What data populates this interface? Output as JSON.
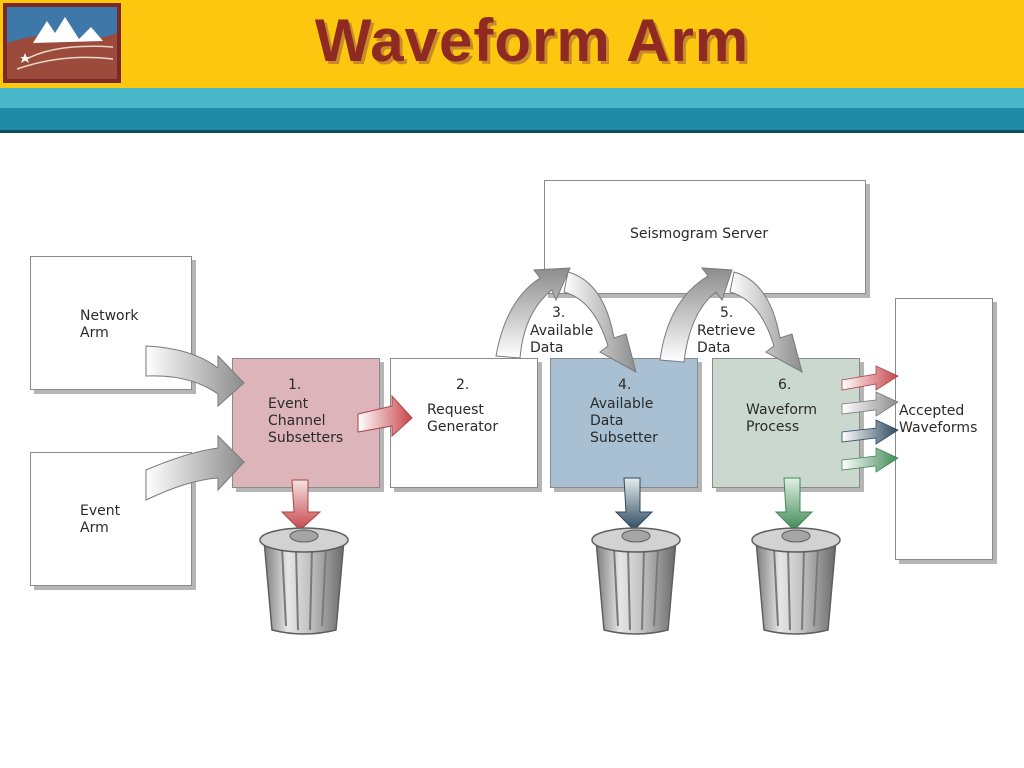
{
  "slide": {
    "title": "Waveform Arm",
    "colors": {
      "header": "#fdc70f",
      "band_light": "#4bb8c9",
      "band_dark": "#1f8aa3",
      "title_text": "#8e2a22",
      "event_channel_fill": "#dcb4b9",
      "data_subsetter_fill": "#a8c0d2",
      "waveform_process_fill": "#cad8cf",
      "arrow_red": "#c8454b",
      "arrow_navy": "#2e4a5f",
      "arrow_green": "#3f8a56"
    }
  },
  "diagram": {
    "seismogram_server": "Seismogram Server",
    "network_arm": "Network\nArm",
    "event_arm": "Event\nArm",
    "step1_number": "1.",
    "step1_label": "Event\nChannel\nSubsetters",
    "step2_number": "2.",
    "step2_label": "Request\nGenerator",
    "step3_number": "3.",
    "step3_label": "Available\nData",
    "step4_number": "4.",
    "step4_label": "Available\nData\nSubsetter",
    "step5_number": "5.",
    "step5_label": "Retrieve\nData",
    "step6_number": "6.",
    "step6_label": "Waveform\nProcess",
    "accepted": "Accepted\nWaveforms"
  }
}
